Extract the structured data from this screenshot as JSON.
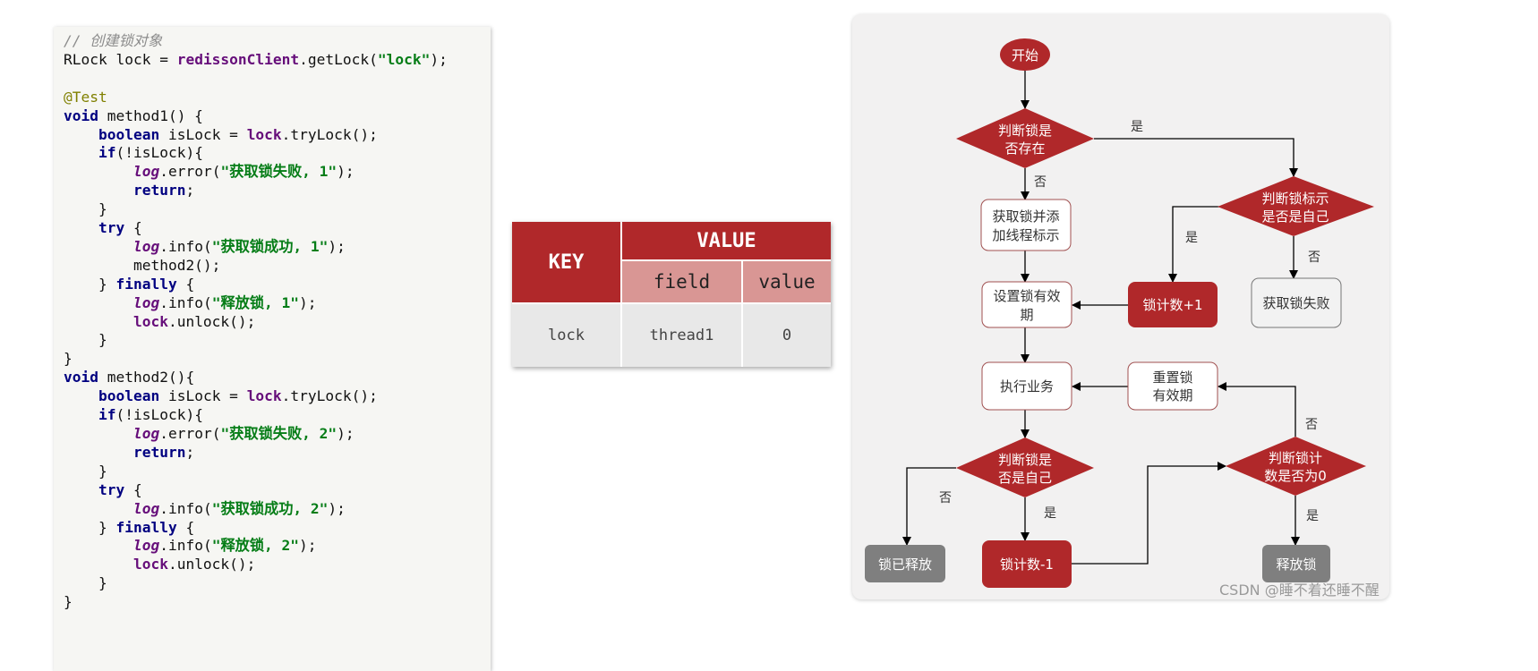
{
  "code": {
    "lines": [
      [
        [
          "cm",
          "// 创建锁对象"
        ]
      ],
      [
        [
          "",
          "RLock lock = "
        ],
        [
          "fld",
          "redissonClient"
        ],
        [
          "",
          ".getLock("
        ],
        [
          "str",
          "\"lock\""
        ],
        [
          "",
          ");"
        ]
      ],
      [],
      [
        [
          "ann",
          "@Test"
        ]
      ],
      [
        [
          "kw",
          "void"
        ],
        [
          "",
          " method1() {"
        ]
      ],
      [
        [
          "",
          "    "
        ],
        [
          "kw",
          "boolean"
        ],
        [
          "",
          " isLock = "
        ],
        [
          "fld",
          "lock"
        ],
        [
          "",
          ".tryLock();"
        ]
      ],
      [
        [
          "",
          "    "
        ],
        [
          "kw",
          "if"
        ],
        [
          "",
          "(!isLock){"
        ]
      ],
      [
        [
          "",
          "        "
        ],
        [
          "logf",
          "log"
        ],
        [
          "",
          ".error("
        ],
        [
          "str",
          "\"获取锁失败, 1\""
        ],
        [
          "",
          ");"
        ]
      ],
      [
        [
          "",
          "        "
        ],
        [
          "kw",
          "return"
        ],
        [
          "",
          ";"
        ]
      ],
      [
        [
          "",
          "    }"
        ]
      ],
      [
        [
          "",
          "    "
        ],
        [
          "kw",
          "try"
        ],
        [
          "",
          " {"
        ]
      ],
      [
        [
          "",
          "        "
        ],
        [
          "logf",
          "log"
        ],
        [
          "",
          ".info("
        ],
        [
          "str",
          "\"获取锁成功, 1\""
        ],
        [
          "",
          ");"
        ]
      ],
      [
        [
          "",
          "        method2();"
        ]
      ],
      [
        [
          "",
          "    } "
        ],
        [
          "kw",
          "finally"
        ],
        [
          "",
          " {"
        ]
      ],
      [
        [
          "",
          "        "
        ],
        [
          "logf",
          "log"
        ],
        [
          "",
          ".info("
        ],
        [
          "str",
          "\"释放锁, 1\""
        ],
        [
          "",
          ");"
        ]
      ],
      [
        [
          "",
          "        "
        ],
        [
          "fld",
          "lock"
        ],
        [
          "",
          ".unlock();"
        ]
      ],
      [
        [
          "",
          "    }"
        ]
      ],
      [
        [
          "",
          "}"
        ]
      ],
      [
        [
          "kw",
          "void"
        ],
        [
          "",
          " method2(){"
        ]
      ],
      [
        [
          "",
          "    "
        ],
        [
          "kw",
          "boolean"
        ],
        [
          "",
          " isLock = "
        ],
        [
          "fld",
          "lock"
        ],
        [
          "",
          ".tryLock();"
        ]
      ],
      [
        [
          "",
          "    "
        ],
        [
          "kw",
          "if"
        ],
        [
          "",
          "(!isLock){"
        ]
      ],
      [
        [
          "",
          "        "
        ],
        [
          "logf",
          "log"
        ],
        [
          "",
          ".error("
        ],
        [
          "str",
          "\"获取锁失败, 2\""
        ],
        [
          "",
          ");"
        ]
      ],
      [
        [
          "",
          "        "
        ],
        [
          "kw",
          "return"
        ],
        [
          "",
          ";"
        ]
      ],
      [
        [
          "",
          "    }"
        ]
      ],
      [
        [
          "",
          "    "
        ],
        [
          "kw",
          "try"
        ],
        [
          "",
          " {"
        ]
      ],
      [
        [
          "",
          "        "
        ],
        [
          "logf",
          "log"
        ],
        [
          "",
          ".info("
        ],
        [
          "str",
          "\"获取锁成功, 2\""
        ],
        [
          "",
          ");"
        ]
      ],
      [
        [
          "",
          "    } "
        ],
        [
          "kw",
          "finally"
        ],
        [
          "",
          " {"
        ]
      ],
      [
        [
          "",
          "        "
        ],
        [
          "logf",
          "log"
        ],
        [
          "",
          ".info("
        ],
        [
          "str",
          "\"释放锁, 2\""
        ],
        [
          "",
          ");"
        ]
      ],
      [
        [
          "",
          "        "
        ],
        [
          "fld",
          "lock"
        ],
        [
          "",
          ".unlock();"
        ]
      ],
      [
        [
          "",
          "    }"
        ]
      ],
      [
        [
          "",
          "}"
        ]
      ]
    ]
  },
  "table": {
    "key_header": "KEY",
    "value_header": "VALUE",
    "field_header": "field",
    "value_subheader": "value",
    "rows": [
      {
        "key": "lock",
        "field": "thread1",
        "value": "0"
      }
    ],
    "colors": {
      "header": "#b0282a",
      "subheader": "#d99694",
      "row": "#e8e8e8"
    }
  },
  "flow": {
    "start": "开始",
    "d1": [
      "判断锁是",
      "否存在"
    ],
    "d2": [
      "判断锁标示",
      "是否是自己"
    ],
    "acquire": [
      "获取锁并添",
      "加线程标示"
    ],
    "set_expire": [
      "设置锁有效",
      "期"
    ],
    "count_inc": "锁计数+1",
    "acquire_fail": "获取锁失败",
    "exec": "执行业务",
    "reset_expire": [
      "重置锁",
      "有效期"
    ],
    "d3": [
      "判断锁是",
      "否是自己"
    ],
    "d4": [
      "判断锁计",
      "数是否为0"
    ],
    "released": "锁已释放",
    "count_dec": "锁计数-1",
    "release": "释放锁",
    "yes": "是",
    "no": "否",
    "colors": {
      "red": "#b0282a",
      "gray": "#7f7f7f",
      "border": "#a05050"
    }
  },
  "watermark": "CSDN @睡不着还睡不醒"
}
